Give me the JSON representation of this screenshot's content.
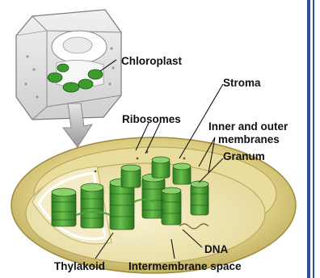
{
  "labels": {
    "chloroplast": "Chloroplast",
    "stroma": "Stroma",
    "ribosomes": "Ribosomes",
    "inner_outer_line1": "Inner and outer",
    "inner_outer_line2": "membranes",
    "granum": "Granum",
    "dna": "DNA",
    "thylakoid": "Thylakoid",
    "intermembrane_space": "Intermembrane space"
  },
  "colors": {
    "outer_membrane": "#d8c879",
    "stroma": "#ece3ad",
    "thylakoid_green": "#3f9a2f",
    "thylakoid_light": "#7cc35d",
    "frame_rule": "#2a4f9a"
  }
}
